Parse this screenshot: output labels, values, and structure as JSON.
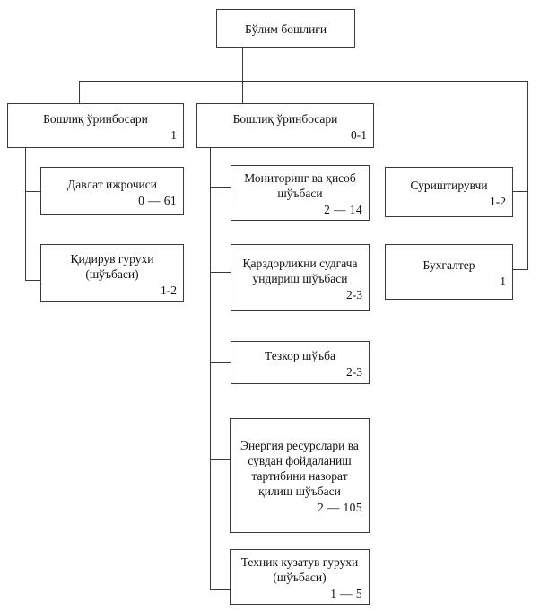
{
  "diagram": {
    "type": "organizational-chart",
    "language": "uz-Cyrl",
    "line_color": "#3a3a3a",
    "box_fill": "#ffffff",
    "nodes": [
      {
        "id": "root",
        "title": "Бўлим бошлиғи",
        "count": ""
      },
      {
        "id": "deputy-left",
        "title": "Бошлиқ ўринбосари",
        "count": "1"
      },
      {
        "id": "deputy-middle",
        "title": "Бошлиқ ўринбосари",
        "count": "0-1"
      },
      {
        "id": "state-executor",
        "title": "Давлат ижрочиси",
        "count": "0 — 61"
      },
      {
        "id": "search-group",
        "title": "Қидирув гурухи (шўъбаси)",
        "count": "1-2"
      },
      {
        "id": "monitoring-dept",
        "title": "Мониторинг ва ҳисоб шўъбаси",
        "count": "2 — 14"
      },
      {
        "id": "pre-court-debt-dept",
        "title": "Қарздорликни судгача ундириш шўъбаси",
        "count": "2-3"
      },
      {
        "id": "rapid-dept",
        "title": "Тезкор шўъба",
        "count": "2-3"
      },
      {
        "id": "energy-water-dept",
        "title": "Энергия ресурслари ва сувдан фойдаланиш тартибини назорат қилиш шўъбаси",
        "count": "2 — 105"
      },
      {
        "id": "technical-surveillance-group",
        "title": "Техник кузатув гурухи (шўъбаси)",
        "count": "1 — 5"
      },
      {
        "id": "inquirer",
        "title": "Суриштирувчи",
        "count": "1-2"
      },
      {
        "id": "accountant",
        "title": "Бухгалтер",
        "count": "1"
      }
    ]
  }
}
